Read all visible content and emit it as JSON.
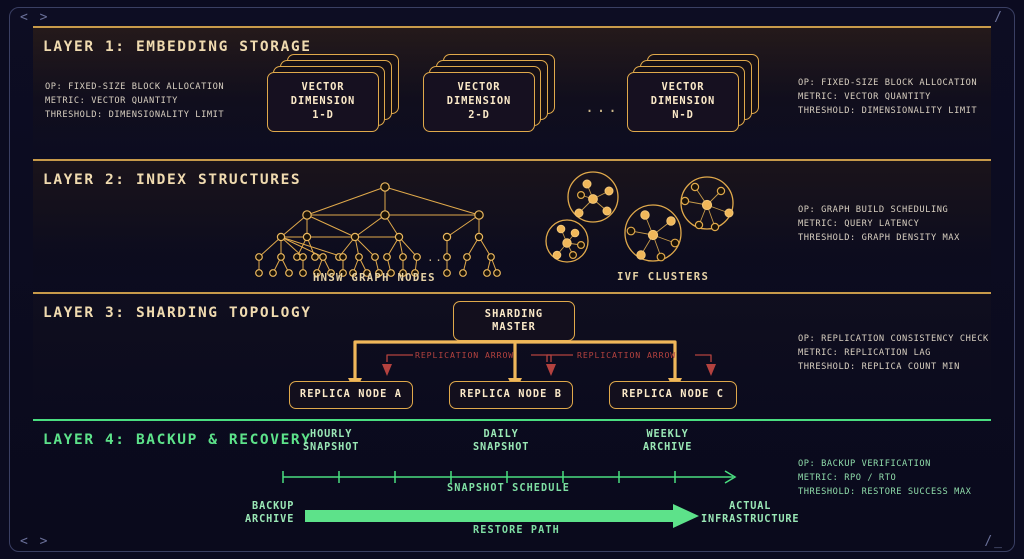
{
  "frame": {
    "corner_tl": "< >",
    "corner_tr": "/",
    "corner_bl": "< >",
    "corner_br": "/_",
    "accent_gold": "#e0a94b",
    "accent_green": "#4ade80",
    "accent_red": "#b4423f",
    "background": "#0b0b20"
  },
  "layers": [
    {
      "title": "LAYER 1: EMBEDDING STORAGE",
      "meta_left": [
        "OP: FIXED-SIZE BLOCK ALLOCATION",
        "METRIC: VECTOR QUANTITY",
        "THRESHOLD: DIMENSIONALITY LIMIT"
      ],
      "meta_right": [
        "OP: FIXED-SIZE BLOCK ALLOCATION",
        "METRIC: VECTOR QUANTITY",
        "THRESHOLD: DIMENSIONALITY LIMIT"
      ],
      "cards": [
        {
          "line1": "VECTOR",
          "line2": "DIMENSION",
          "line3": "1-D"
        },
        {
          "line1": "VECTOR",
          "line2": "DIMENSION",
          "line3": "2-D"
        },
        {
          "line1": "VECTOR",
          "line2": "DIMENSION",
          "line3": "N-D"
        }
      ],
      "ellipsis": "..."
    },
    {
      "title": "LAYER 2: INDEX STRUCTURES",
      "meta_right": [
        "OP: GRAPH BUILD SCHEDULING",
        "METRIC: QUERY LATENCY",
        "THRESHOLD: GRAPH DENSITY MAX"
      ],
      "caption_hnsw": "HNSW GRAPH NODES",
      "caption_ivf": "IVF CLUSTERS",
      "ellipsis": "..."
    },
    {
      "title": "LAYER 3: SHARDING TOPOLOGY",
      "meta_right": [
        "OP: REPLICATION CONSISTENCY CHECK",
        "METRIC: REPLICATION LAG",
        "THRESHOLD: REPLICA COUNT MIN"
      ],
      "master": {
        "line1": "SHARDING",
        "line2": "MASTER"
      },
      "replicas": [
        "REPLICA NODE A",
        "REPLICA NODE B",
        "REPLICA NODE C"
      ],
      "replication_labels": [
        "REPLICATION ARROW",
        "REPLICATION ARROW"
      ]
    },
    {
      "title": "LAYER 4: BACKUP & RECOVERY",
      "meta_right": [
        "OP: BACKUP VERIFICATION",
        "METRIC: RPO / RTO",
        "THRESHOLD: RESTORE SUCCESS MAX"
      ],
      "timeline_labels": [
        {
          "line1": "HOURLY",
          "line2": "SNAPSHOT"
        },
        {
          "line1": "DAILY",
          "line2": "SNAPSHOT"
        },
        {
          "line1": "WEEKLY",
          "line2": "ARCHIVE"
        }
      ],
      "timeline_caption": "SNAPSHOT SCHEDULE",
      "restore_source": {
        "line1": "BACKUP",
        "line2": "ARCHIVE"
      },
      "restore_caption": "RESTORE PATH",
      "restore_target": {
        "line1": "ACTUAL",
        "line2": "INFRASTRUCTURE"
      }
    }
  ],
  "chart_data": {
    "type": "diagram",
    "hnsw": {
      "levels": [
        1,
        3,
        8,
        20
      ],
      "description": "hierarchical navigable small world graph"
    },
    "ivf": {
      "cluster_count": 4,
      "nodes_per_cluster": 6
    },
    "snapshot_timeline": {
      "tick_count": 9,
      "marker_positions": [
        0.11,
        0.5,
        0.85
      ]
    }
  }
}
